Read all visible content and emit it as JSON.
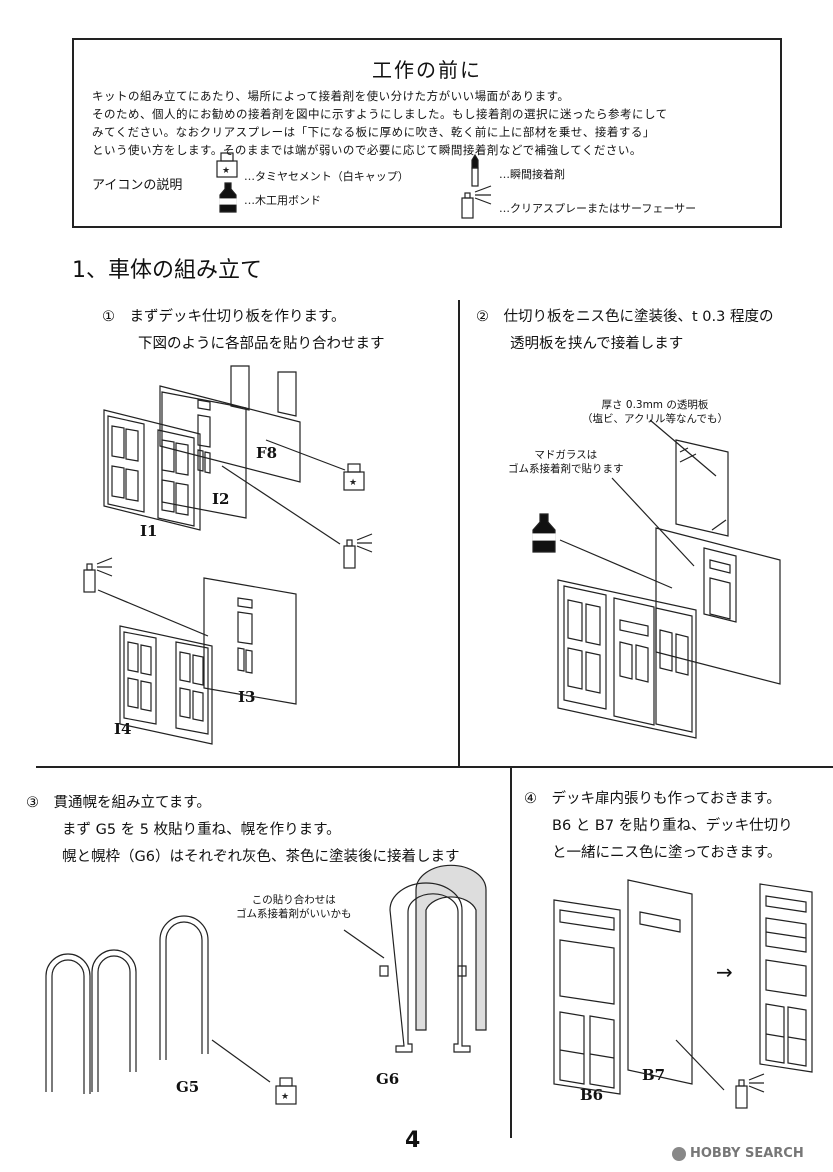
{
  "notice": {
    "title": "工作の前に",
    "lines": [
      "キットの組み立てにあたり、場所によって接着剤を使い分けた方がいい場面があります。",
      "そのため、個人的にお勧めの接着剤を図中に示すようにしました。もし接着剤の選択に迷ったら参考にして",
      "みてください。なおクリアスプレーは「下になる板に厚めに吹き、乾く前に上に部材を乗せ、接着する」",
      "という使い方をします。そのままでは端が弱いので必要に応じて瞬間接着剤などで補強してください。"
    ],
    "icon_legend_label": "アイコンの説明",
    "icons": [
      {
        "icon": "tamiya-cement-bottle-icon",
        "text": "…タミヤセメント（白キャップ）"
      },
      {
        "icon": "wood-bond-bottle-icon",
        "text": "…木工用ボンド"
      },
      {
        "icon": "super-glue-tube-icon",
        "text": "…瞬間接着剤"
      },
      {
        "icon": "clear-spray-can-icon",
        "text": "…クリアスプレーまたはサーフェーサー"
      }
    ]
  },
  "section_title": "1、車体の組み立て",
  "steps": {
    "s1": {
      "lines": [
        "①　まずデッキ仕切り板を作ります。",
        "下図のように各部品を貼り合わせます"
      ],
      "parts": [
        "F8",
        "I2",
        "I1",
        "I3",
        "I4"
      ]
    },
    "s2": {
      "lines": [
        "②　仕切り板をニス色に塗装後、t 0.3 程度の",
        "透明板を挟んで接着します"
      ],
      "note1": [
        "厚さ 0.3mm の透明板",
        "（塩ビ、アクリル等なんでも）"
      ],
      "note2": [
        "マドガラスは",
        "ゴム系接着剤で貼ります"
      ]
    },
    "s3": {
      "lines": [
        "③　貫通幌を組み立てます。",
        "まず G5 を 5 枚貼り重ね、幌を作ります。",
        "幌と幌枠（G6）はそれぞれ灰色、茶色に塗装後に接着します"
      ],
      "note": [
        "この貼り合わせは",
        "ゴム系接着剤がいいかも"
      ],
      "parts": [
        "G5",
        "G6"
      ]
    },
    "s4": {
      "lines": [
        "④　デッキ扉内張りも作っておきます。",
        "B6 と B7 を貼り重ね、デッキ仕切り",
        "と一緒にニス色に塗っておきます。"
      ],
      "parts": [
        "B6",
        "B7"
      ],
      "arrow": "→"
    }
  },
  "page_number": "4",
  "watermark": "HOBBY SEARCH"
}
